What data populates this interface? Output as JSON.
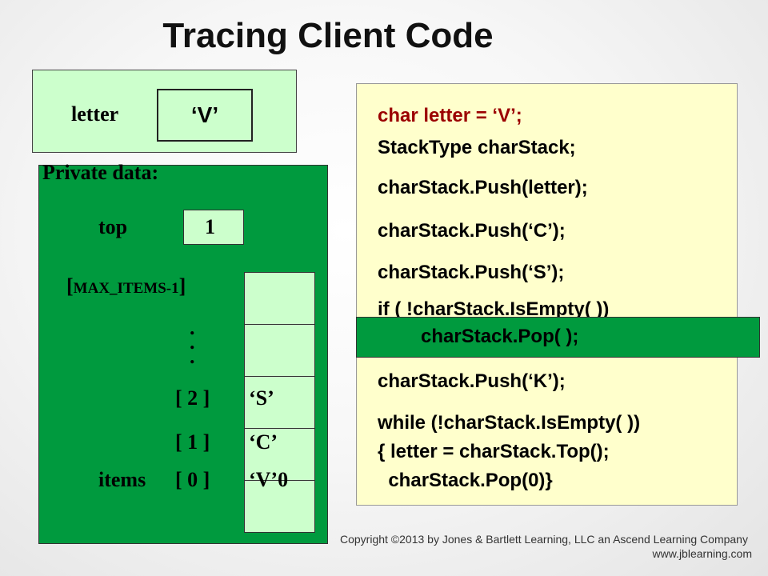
{
  "title": "Tracing Client Code",
  "variable": {
    "label": "letter",
    "value": "‘V’"
  },
  "private_data": {
    "label": "Private data:",
    "top_label": "top",
    "top_value": "1",
    "max_index_label_open": "[",
    "max_index_label_text": "MAX_ITEMS-1",
    "max_index_label_close": "]",
    "index_labels": [
      "[ 2 ]",
      "[ 1 ]",
      "[ 0 ]"
    ],
    "items_label": "items",
    "slot_values": [
      "",
      "",
      "‘S’",
      "‘C’",
      "‘V’0"
    ]
  },
  "code": {
    "lines": [
      "char   letter = ‘V’;",
      "StackType  charStack;",
      "charStack.Push(letter);",
      "charStack.Push(‘C’);",
      "charStack.Push(‘S’);",
      "if ( !charStack.IsEmpty( ))",
      "charStack.Pop( );",
      "charStack.Push(‘K’);",
      "while (!charStack.IsEmpty( ))",
      "{ letter = charStack.Top();",
      "  charStack.Pop(0)}"
    ]
  },
  "footer": {
    "copyright": "Copyright ©2013 by Jones & Bartlett Learning, LLC an Ascend Learning Company",
    "website": "www.jblearning.com"
  },
  "colors": {
    "accent_green": "#009a3e",
    "light_green": "#ccffcc",
    "code_background": "#ffffcc",
    "declaration_red": "#9b0000"
  }
}
